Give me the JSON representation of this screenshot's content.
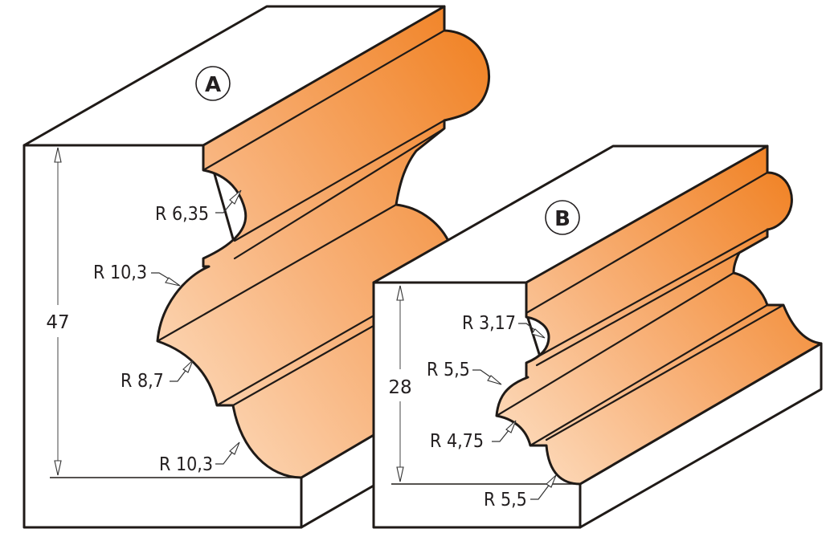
{
  "figure": {
    "title": "Router bit molding profiles A and B",
    "colors": {
      "profile_light": "#fcd9b8",
      "profile_dark": "#f0801e",
      "outline": "#1f1a17",
      "dimension_line": "#8a8a8a",
      "background": "#ffffff"
    },
    "profiles": [
      {
        "id": "A",
        "badge": "A",
        "height_dimension": "47",
        "radii": [
          "R 6,35",
          "R 10,3",
          "R 8,7",
          "R 10,3"
        ]
      },
      {
        "id": "B",
        "badge": "B",
        "height_dimension": "28",
        "radii": [
          "R 3,17",
          "R 5,5",
          "R 4,75",
          "R 5,5"
        ]
      }
    ]
  }
}
